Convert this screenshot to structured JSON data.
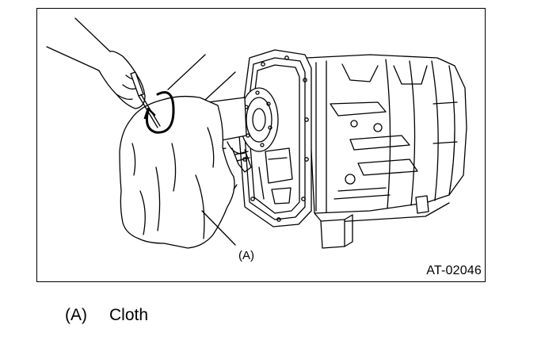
{
  "figure": {
    "code": "AT-02046",
    "callout": "(A)",
    "icons": [
      "hand-with-screwdriver-icon",
      "rotation-arrow-icon",
      "cloth-icon",
      "transmission-icon"
    ]
  },
  "legend": {
    "items": [
      {
        "key": "(A)",
        "label": "Cloth"
      }
    ]
  }
}
